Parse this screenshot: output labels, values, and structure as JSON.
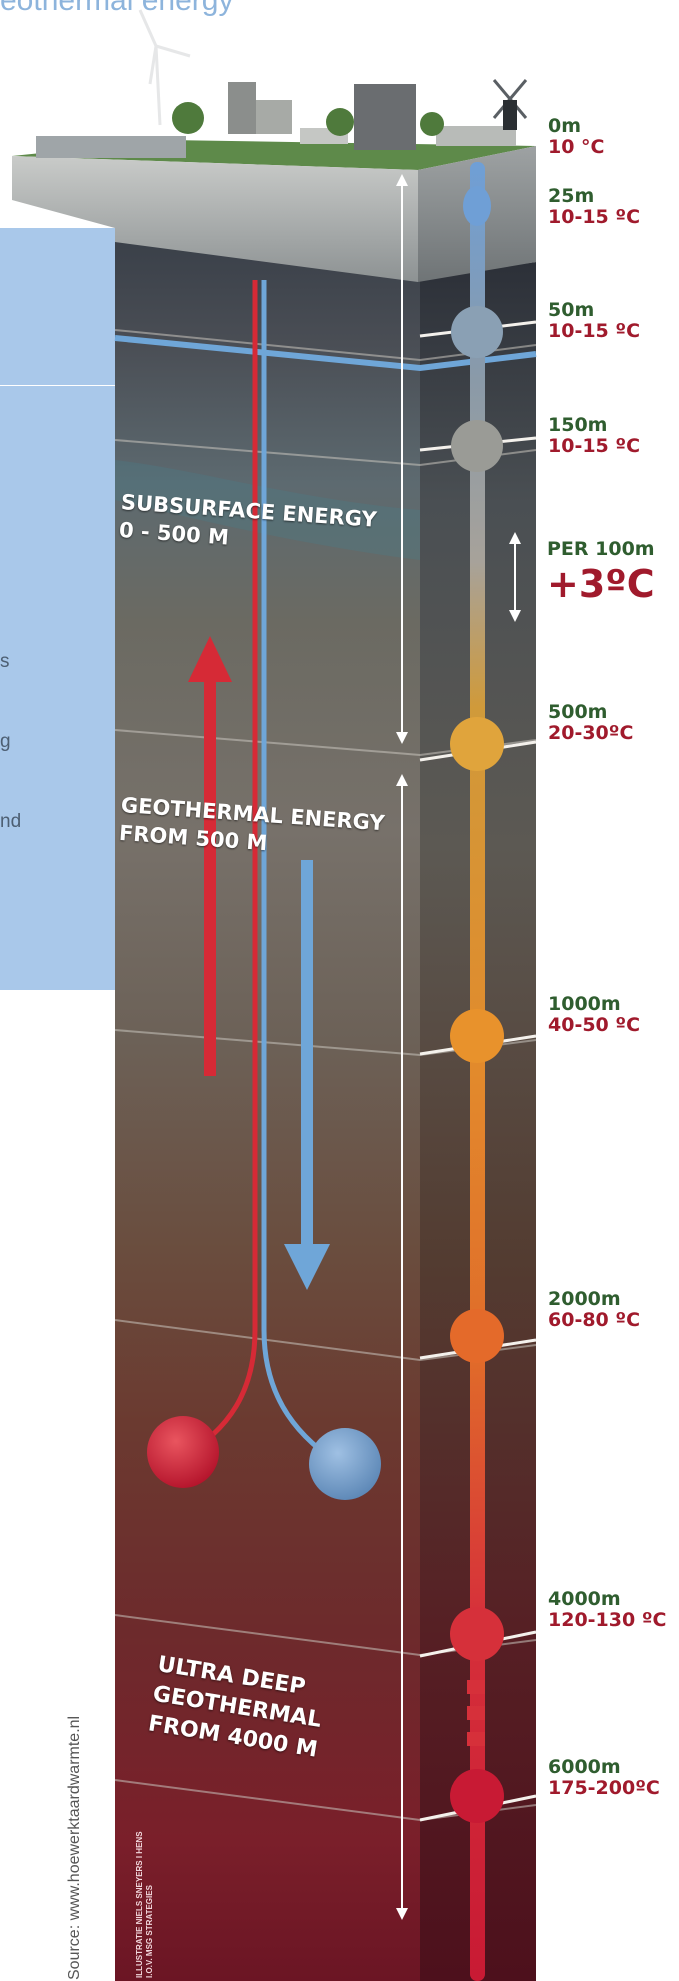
{
  "header": {
    "title_fragment": "eothermal energy"
  },
  "side_panel": {
    "fragments": [
      "s",
      "g",
      "nd"
    ]
  },
  "zones": {
    "subsurface": [
      "SUBSURFACE ENERGY",
      "0 - 500 M"
    ],
    "geothermal": [
      "GEOTHERMAL ENERGY",
      "FROM 500 M"
    ],
    "ultra_deep": [
      "ULTRA DEEP",
      "GEOTHERMAL",
      "FROM 4000 M"
    ]
  },
  "depth_markers": [
    {
      "depth": "0m",
      "temp": "10 °C"
    },
    {
      "depth": "25m",
      "temp": "10-15 ºC"
    },
    {
      "depth": "50m",
      "temp": "10-15 ºC"
    },
    {
      "depth": "150m",
      "temp": "10-15 ºC"
    },
    {
      "depth": "500m",
      "temp": "20-30ºC"
    },
    {
      "depth": "1000m",
      "temp": "40-50 ºC"
    },
    {
      "depth": "2000m",
      "temp": "60-80 ºC"
    },
    {
      "depth": "4000m",
      "temp": "120-130 ºC"
    },
    {
      "depth": "6000m",
      "temp": "175-200ºC"
    }
  ],
  "gradient": {
    "label": "PER 100m",
    "value": "+3ºC"
  },
  "credits": {
    "source": "Source: www.hoewerktaardwarmte.nl",
    "illustration": [
      "ILLUSTRATIE NIELS SNEYERS I HENS",
      "I.O.V. MSG STRATEGIES"
    ]
  },
  "colors": {
    "side_panel": "#a9c8ea",
    "depth_text": "#2f5d2f",
    "temp_text": "#a01a2c",
    "hot_pipe": "#d62a36",
    "cold_pipe": "#6fa6d8"
  }
}
